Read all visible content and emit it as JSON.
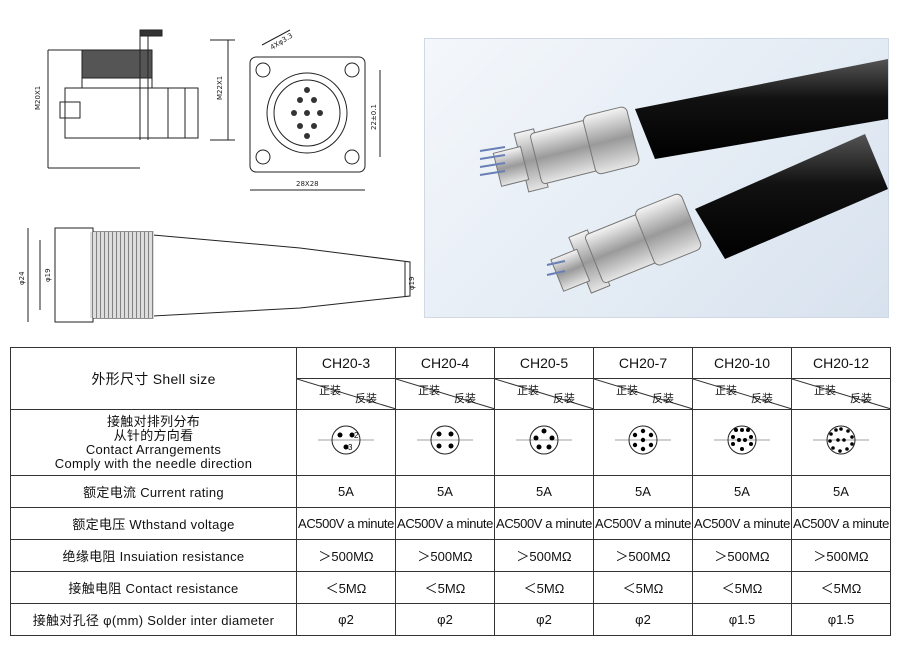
{
  "drawings": {
    "dims": {
      "m20": "M20X1",
      "m22": "M22X1",
      "holes": "4Xφ3.3",
      "h22": "22±0.1",
      "w28": "28X28",
      "d24": "φ24",
      "d19": "φ19",
      "d19r": "φ19"
    }
  },
  "table": {
    "shell_label": "外形尺寸  Shell size",
    "front_label": "正装",
    "rear_label": "反装",
    "models": [
      "CH20-3",
      "CH20-4",
      "CH20-5",
      "CH20-7",
      "CH20-10",
      "CH20-12"
    ],
    "contact_label_cn1": "接触对排列分布",
    "contact_label_cn2": "从针的方向看",
    "contact_label_en1": "Contact Arrangements",
    "contact_label_en2": "Comply with the needle direction",
    "rows": [
      {
        "label": "额定电流 Current rating",
        "values": [
          "5A",
          "5A",
          "5A",
          "5A",
          "5A",
          "5A"
        ]
      },
      {
        "label": "额定电压  Wthstand voltage",
        "values": [
          "AC500V a minute",
          "AC500V a minute",
          "AC500V a minute",
          "AC500V a minute",
          "AC500V a minute",
          "AC500V a minute"
        ]
      },
      {
        "label": "绝缘电阻 Insuiation resistance",
        "values": [
          "＞500MΩ",
          "＞500MΩ",
          "＞500MΩ",
          "＞500MΩ",
          "＞500MΩ",
          "＞500MΩ"
        ]
      },
      {
        "label": "接触电阻  Contact resistance",
        "values": [
          "＜5MΩ",
          "＜5MΩ",
          "＜5MΩ",
          "＜5MΩ",
          "＜5MΩ",
          "＜5MΩ"
        ]
      },
      {
        "label": "接触对孔径 φ(mm) Solder inter diameter",
        "values": [
          "φ2",
          "φ2",
          "φ2",
          "φ2",
          "φ1.5",
          "φ1.5"
        ]
      }
    ]
  }
}
